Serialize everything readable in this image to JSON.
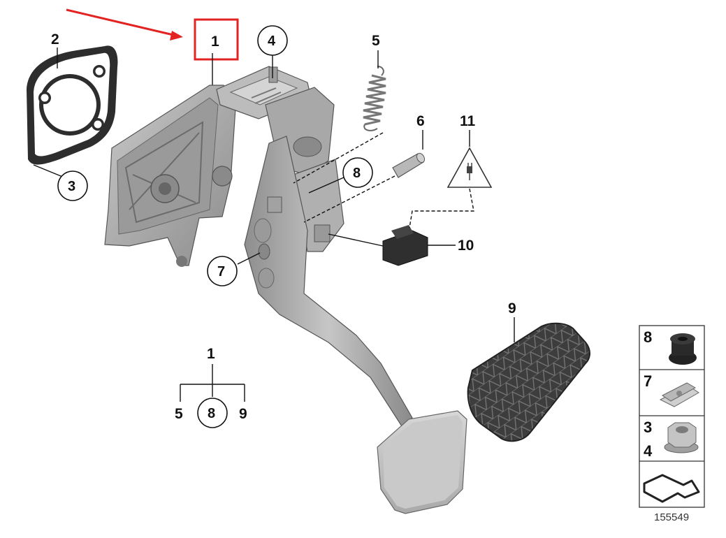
{
  "callouts": {
    "c1": "1",
    "c2": "2",
    "c3": "3",
    "c4": "4",
    "c5": "5",
    "c6": "6",
    "c7": "7",
    "c8": "8",
    "c9": "9",
    "c10": "10",
    "c11": "11"
  },
  "assembly_tree": {
    "parent": "1",
    "left": "5",
    "middle": "8",
    "right": "9"
  },
  "legend": {
    "row1_number": "8",
    "row2_number": "7",
    "row3_number_a": "3",
    "row3_number_b": "4"
  },
  "diagram_id": "155549",
  "colors": {
    "highlight": "#e32222",
    "pedal_gray": "#b9b9b9",
    "pad_dark": "#3a3a3a"
  },
  "icons": [
    "arrow-highlight-icon",
    "electrical-warning-icon",
    "continuation-arrow-icon"
  ]
}
